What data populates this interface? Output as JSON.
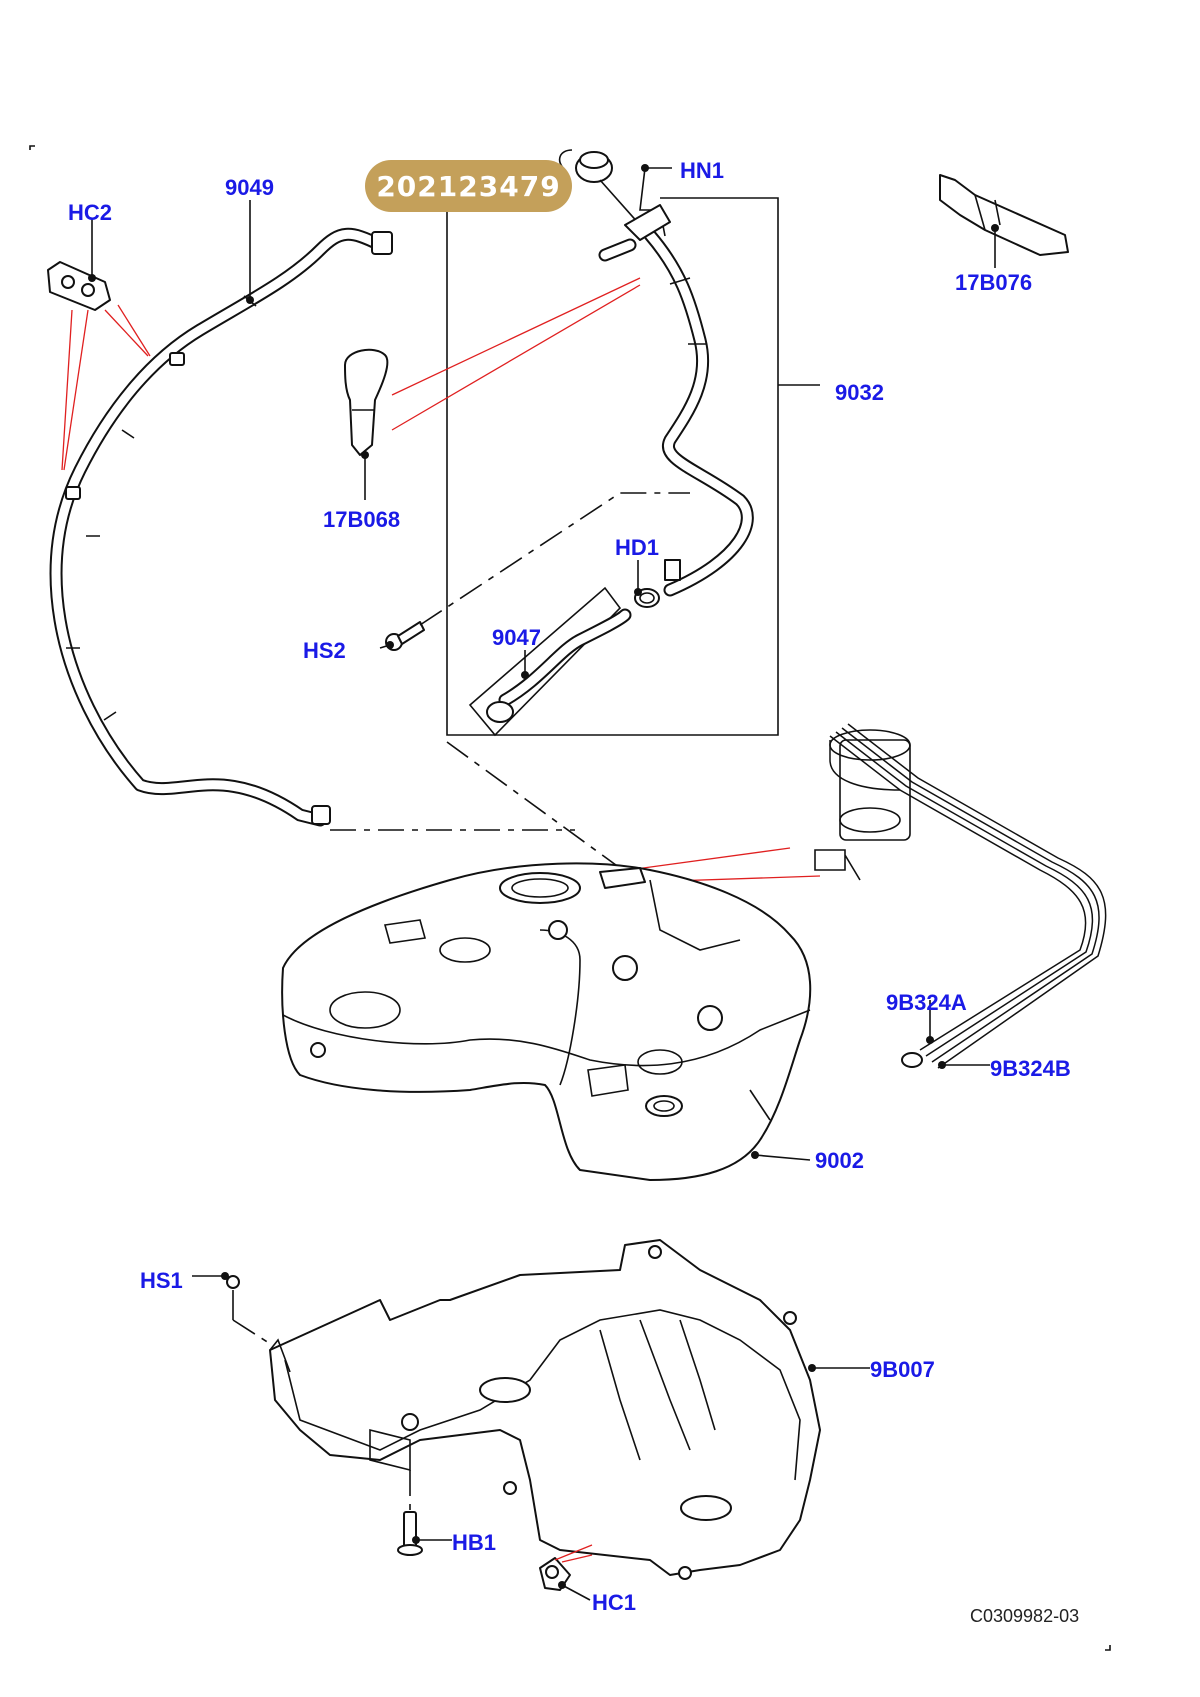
{
  "part_badge": "202123479",
  "callouts": {
    "hc2": "HC2",
    "p9049": "9049",
    "hn1": "HN1",
    "p17b076": "17B076",
    "p9032": "9032",
    "p17b068": "17B068",
    "hd1": "HD1",
    "p9047": "9047",
    "hs2": "HS2",
    "p9b324a": "9B324A",
    "p9b324b": "9B324B",
    "p9002": "9002",
    "hs1": "HS1",
    "p9b007": "9B007",
    "hb1": "HB1",
    "hc1": "HC1"
  },
  "diagram_ref": "C0309982-03",
  "colors": {
    "callout_text": "#1a1ae6",
    "badge_fill": "#c4a05a",
    "leader_red": "#e02020",
    "line": "#111111"
  }
}
